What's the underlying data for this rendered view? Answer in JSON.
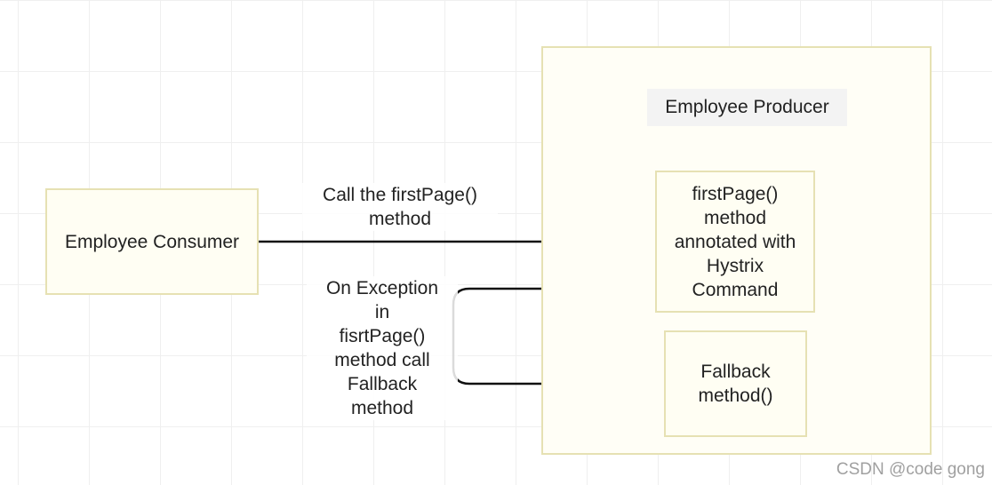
{
  "diagram": {
    "consumer": {
      "label": "Employee Consumer"
    },
    "producer": {
      "title": "Employee Producer",
      "first_page": {
        "label": "firstPage()\nmethod\nannotated with\nHystrix\nCommand"
      },
      "fallback": {
        "label": "Fallback\nmethod()"
      }
    },
    "edges": {
      "call": {
        "label": "Call the firstPage()\nmethod"
      },
      "on_exception": {
        "label": "On Exception\nin\nfisrtPage()\nmethod call\nFallback\nmethod"
      }
    }
  },
  "watermark": "CSDN @code gong",
  "colors": {
    "box_border": "#e6e1b3",
    "box_fill": "#fffef3",
    "arrow": "#111111",
    "title_highlight": "#f3f3f3",
    "watermark": "#a0a0a0"
  }
}
